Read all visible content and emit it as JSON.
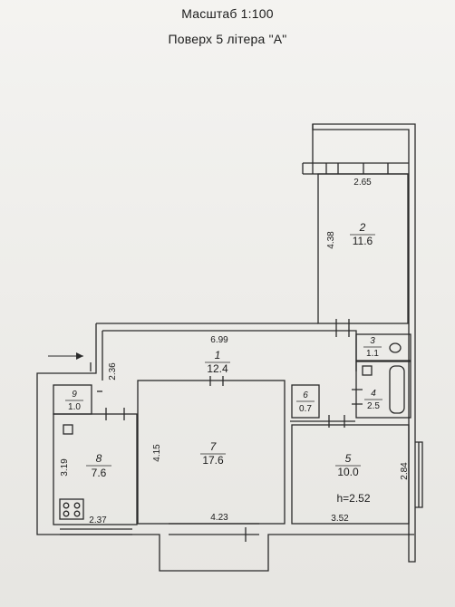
{
  "header": {
    "scale": "Масштаб 1:100",
    "floor": "Поверх 5 літера \"А\""
  },
  "rooms": [
    {
      "number": "1",
      "area": "12.4"
    },
    {
      "number": "2",
      "area": "11.6"
    },
    {
      "number": "3",
      "area": "1.1"
    },
    {
      "number": "4",
      "area": "2.5"
    },
    {
      "number": "5",
      "area": "10.0"
    },
    {
      "number": "6",
      "area": "0.7"
    },
    {
      "number": "7",
      "area": "17.6"
    },
    {
      "number": "8",
      "area": "7.6"
    },
    {
      "number": "9",
      "area": "1.0"
    }
  ],
  "dimensions": {
    "balcony_top_width": "2.65",
    "room2_height": "4.38",
    "corridor_width": "6.99",
    "hall_left": "2.36",
    "room7_height": "4.15",
    "room7_width": "4.23",
    "kitchen_height": "3.19",
    "kitchen_width": "2.37",
    "room5_width": "3.52",
    "room5_window": "2.84"
  },
  "ceiling_height": "h=2.52",
  "colors": {
    "wall": "#2a2a2a",
    "paper": "#eeede9"
  }
}
